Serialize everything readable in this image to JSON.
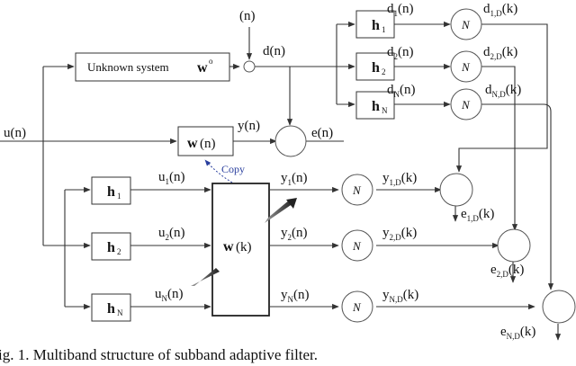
{
  "figure": {
    "noise_label": "(n)",
    "unknown_system_label": "Unknown system",
    "unknown_system_w": "w",
    "unknown_system_sup": "o",
    "d_label": "d(n)",
    "u_label": "u(n)",
    "y_label": "y(n)",
    "e_label": "e(n)",
    "w_label": "w",
    "w_arg": "(n)",
    "copy_label": "Copy",
    "wk_label": "w",
    "wk_arg": "(k)",
    "decimator_symbol": "N",
    "analysis_filters": [
      {
        "h": "h",
        "sub": "1"
      },
      {
        "h": "h",
        "sub": "2"
      },
      {
        "h": "h",
        "sub": "N"
      }
    ],
    "lower_filters": [
      {
        "h": "h",
        "sub": "1"
      },
      {
        "h": "h",
        "sub": "2"
      },
      {
        "h": "h",
        "sub": "N"
      }
    ],
    "d_sub": [
      {
        "pre": "d",
        "sub": "1",
        "post": "(n)"
      },
      {
        "pre": "d",
        "sub": "2",
        "post": "(n)"
      },
      {
        "pre": "d",
        "sub": "N",
        "post": "(n)"
      }
    ],
    "dD_sub": [
      {
        "pre": "d",
        "sub": "1,D",
        "post": "(k)"
      },
      {
        "pre": "d",
        "sub": "2,D",
        "post": "(k)"
      },
      {
        "pre": "d",
        "sub": "N,D",
        "post": "(k)"
      }
    ],
    "u_sub": [
      {
        "pre": "u",
        "sub": "1",
        "post": "(n)"
      },
      {
        "pre": "u",
        "sub": "2",
        "post": "(n)"
      },
      {
        "pre": "u",
        "sub": "N",
        "post": "(n)"
      }
    ],
    "y_sub": [
      {
        "pre": "y",
        "sub": "1",
        "post": "(n)"
      },
      {
        "pre": "y",
        "sub": "2",
        "post": "(n)"
      },
      {
        "pre": "y",
        "sub": "N",
        "post": "(n)"
      }
    ],
    "yD_sub": [
      {
        "pre": "y",
        "sub": "1,D",
        "post": "(k)"
      },
      {
        "pre": "y",
        "sub": "2,D",
        "post": "(k)"
      },
      {
        "pre": "y",
        "sub": "N,D",
        "post": "(k)"
      }
    ],
    "eD_sub": [
      {
        "pre": "e",
        "sub": "1,D",
        "post": "(k)"
      },
      {
        "pre": "e",
        "sub": "2,D",
        "post": "(k)"
      },
      {
        "pre": "e",
        "sub": "N,D",
        "post": "(k)"
      }
    ]
  },
  "caption": "ig. 1.  Multiband structure of subband adaptive filter."
}
